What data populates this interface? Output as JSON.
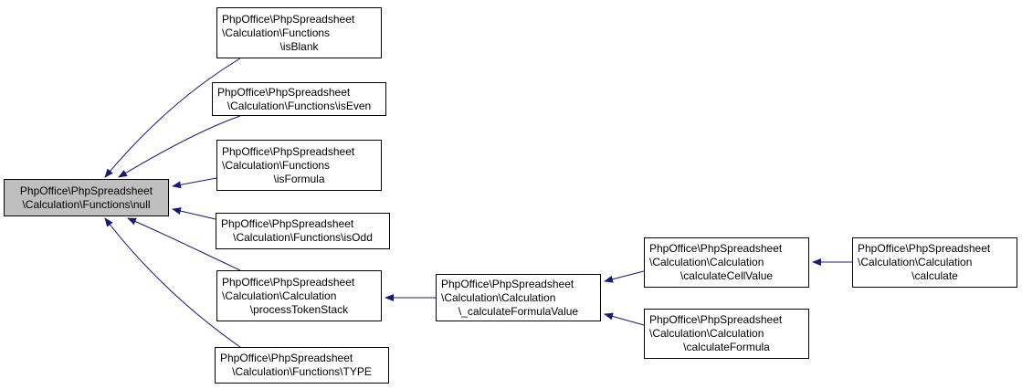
{
  "colors": {
    "edge": "#191970",
    "focus_fill": "#bfbfbf",
    "node_border": "#000000"
  },
  "nodes": {
    "null": {
      "lines": [
        "PhpOffice\\PhpSpreadsheet",
        "\\Calculation\\Functions\\null"
      ]
    },
    "isblank": {
      "lines": [
        "PhpOffice\\PhpSpreadsheet",
        "\\Calculation\\Functions",
        "\\isBlank"
      ]
    },
    "iseven": {
      "lines": [
        "PhpOffice\\PhpSpreadsheet",
        "\\Calculation\\Functions\\isEven"
      ]
    },
    "isformula": {
      "lines": [
        "PhpOffice\\PhpSpreadsheet",
        "\\Calculation\\Functions",
        "\\isFormula"
      ]
    },
    "isodd": {
      "lines": [
        "PhpOffice\\PhpSpreadsheet",
        "\\Calculation\\Functions\\isOdd"
      ]
    },
    "processtoken": {
      "lines": [
        "PhpOffice\\PhpSpreadsheet",
        "\\Calculation\\Calculation",
        "\\processTokenStack"
      ]
    },
    "type": {
      "lines": [
        "PhpOffice\\PhpSpreadsheet",
        "\\Calculation\\Functions\\TYPE"
      ]
    },
    "calcformulavalue": {
      "lines": [
        "PhpOffice\\PhpSpreadsheet",
        "\\Calculation\\Calculation",
        "\\_calculateFormulaValue"
      ]
    },
    "calccellvalue": {
      "lines": [
        "PhpOffice\\PhpSpreadsheet",
        "\\Calculation\\Calculation",
        "\\calculateCellValue"
      ]
    },
    "calcformula": {
      "lines": [
        "PhpOffice\\PhpSpreadsheet",
        "\\Calculation\\Calculation",
        "\\calculateFormula"
      ]
    },
    "calculate": {
      "lines": [
        "PhpOffice\\PhpSpreadsheet",
        "\\Calculation\\Calculation",
        "\\calculate"
      ]
    }
  }
}
